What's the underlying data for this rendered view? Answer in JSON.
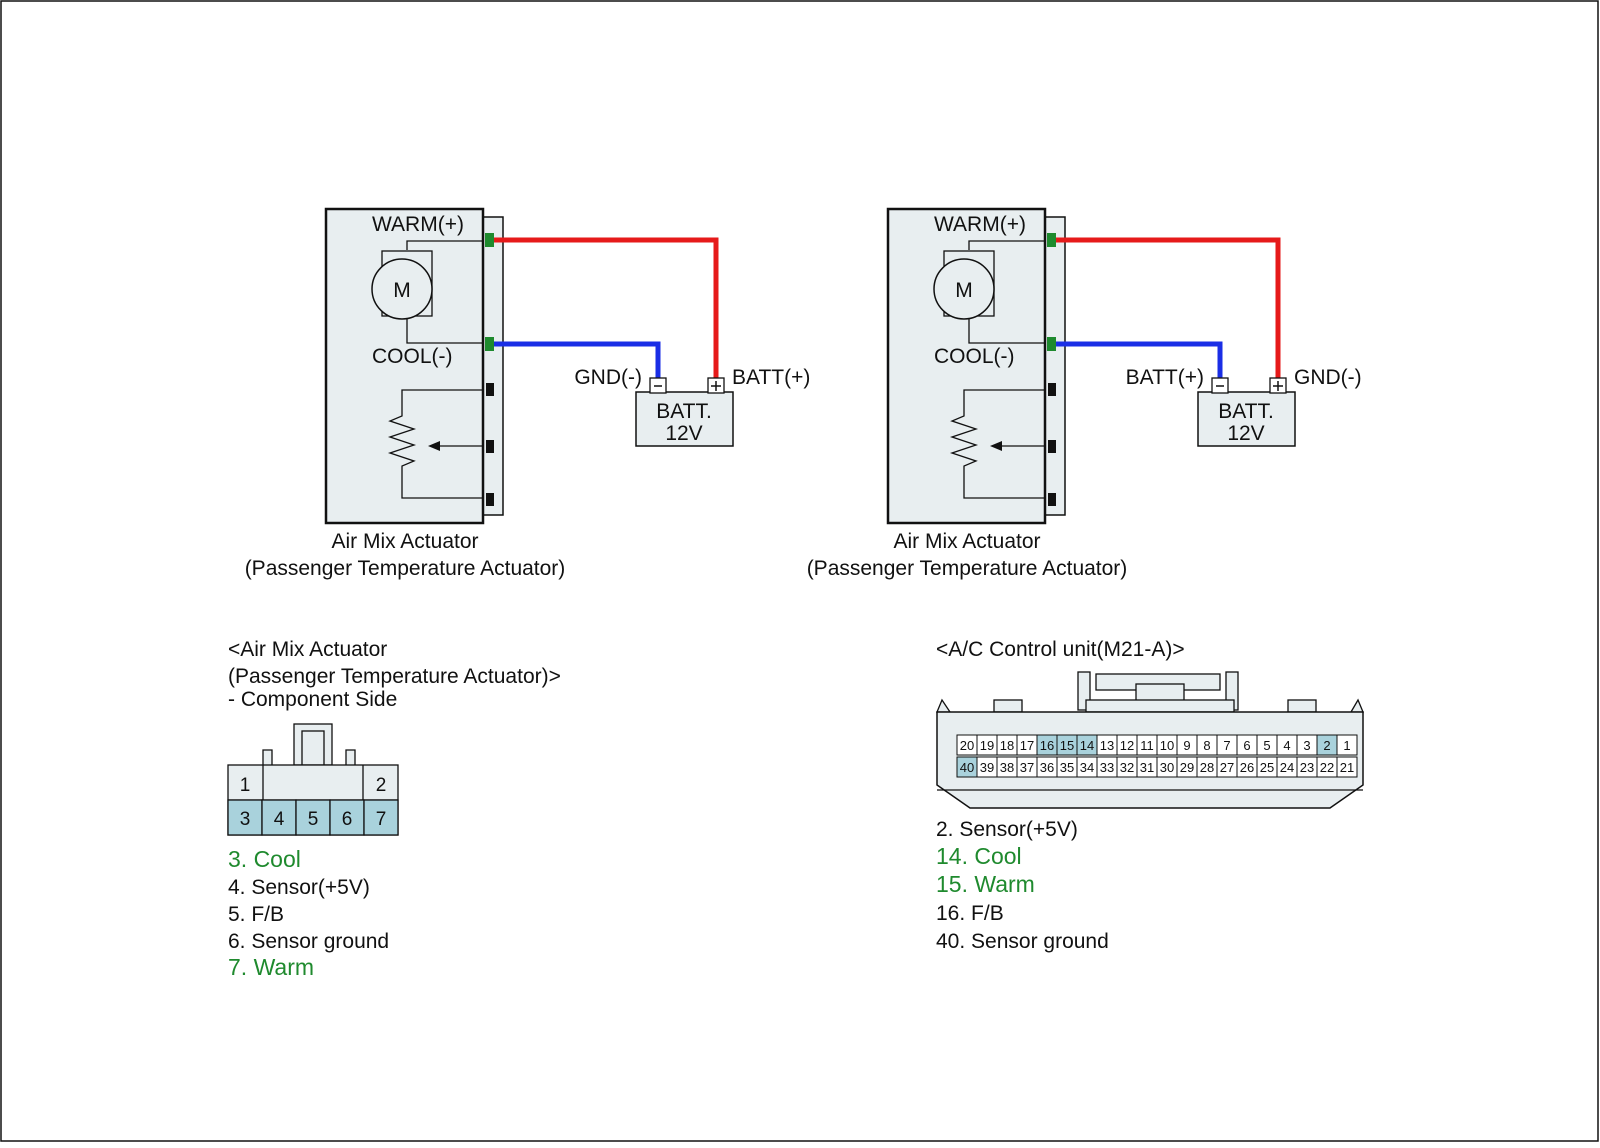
{
  "colors": {
    "warm_wire": "#e61a1a",
    "cool_wire": "#1a2ee6",
    "terminal": "#1e8a2e",
    "highlight_pin": "#a9d2dc",
    "legend_green": "#1f8a2e",
    "body_fill": "#e8eef0"
  },
  "left_diagram": {
    "warm_label": "WARM(+)",
    "cool_label": "COOL(-)",
    "motor_label": "M",
    "neg_label": "GND(-)",
    "pos_label": "BATT(+)",
    "battery_label_1": "BATT.",
    "battery_label_2": "12V",
    "caption_1": "Air Mix Actuator",
    "caption_2": "(Passenger Temperature Actuator)"
  },
  "right_diagram": {
    "warm_label": "WARM(+)",
    "cool_label": "COOL(-)",
    "motor_label": "M",
    "neg_label": "BATT(+)",
    "pos_label": "GND(-)",
    "battery_label_1": "BATT.",
    "battery_label_2": "12V",
    "caption_1": "Air Mix Actuator",
    "caption_2": "(Passenger Temperature Actuator)"
  },
  "actuator_connector": {
    "title_1": "<Air Mix Actuator",
    "title_2": "(Passenger Temperature Actuator)>",
    "title_3": "- Component Side",
    "top_pins": [
      "1",
      "2"
    ],
    "bottom_pins": [
      "3",
      "4",
      "5",
      "6",
      "7"
    ],
    "legend": [
      {
        "text": "3. Cool",
        "highlight": true
      },
      {
        "text": "4. Sensor(+5V)",
        "highlight": false
      },
      {
        "text": "5. F/B",
        "highlight": false
      },
      {
        "text": "6. Sensor ground",
        "highlight": false
      },
      {
        "text": "7. Warm",
        "highlight": true
      }
    ]
  },
  "control_unit_connector": {
    "title": "<A/C Control unit(M21-A)>",
    "row1": [
      "20",
      "19",
      "18",
      "17",
      "16",
      "15",
      "14",
      "13",
      "12",
      "11",
      "10",
      "9",
      "8",
      "7",
      "6",
      "5",
      "4",
      "3",
      "2",
      "1"
    ],
    "row2": [
      "40",
      "39",
      "38",
      "37",
      "36",
      "35",
      "34",
      "33",
      "32",
      "31",
      "30",
      "29",
      "28",
      "27",
      "26",
      "25",
      "24",
      "23",
      "22",
      "21"
    ],
    "highlighted": [
      "16",
      "15",
      "14",
      "2",
      "40"
    ],
    "legend": [
      {
        "text": "2. Sensor(+5V)",
        "highlight": false
      },
      {
        "text": "14. Cool",
        "highlight": true
      },
      {
        "text": "15. Warm",
        "highlight": true
      },
      {
        "text": "16. F/B",
        "highlight": false
      },
      {
        "text": "40. Sensor ground",
        "highlight": false
      }
    ]
  }
}
